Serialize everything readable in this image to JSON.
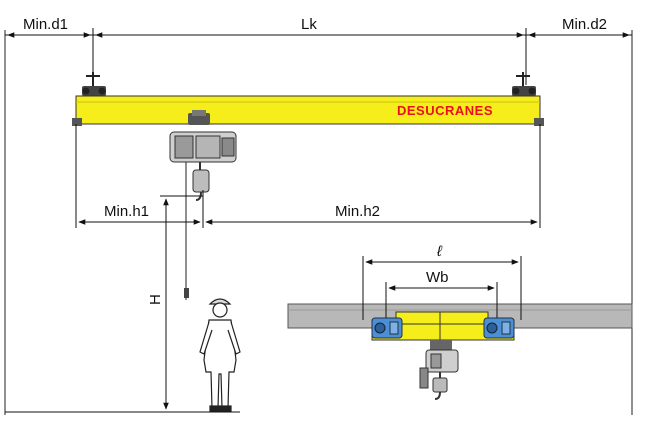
{
  "labels": {
    "min_d1": "Min.d1",
    "lk": "Lk",
    "min_d2": "Min.d2",
    "min_h1": "Min.h1",
    "min_h2": "Min.h2",
    "h": "H",
    "l": "ℓ",
    "wb": "Wb",
    "brand": "DESUCRANES"
  },
  "colors": {
    "beam_yellow": "#f5ee1a",
    "trolley_blue": "#4c8fd6",
    "rail_gray": "#b8b8b8",
    "brand_red": "#e8121c",
    "line": "#111111"
  }
}
